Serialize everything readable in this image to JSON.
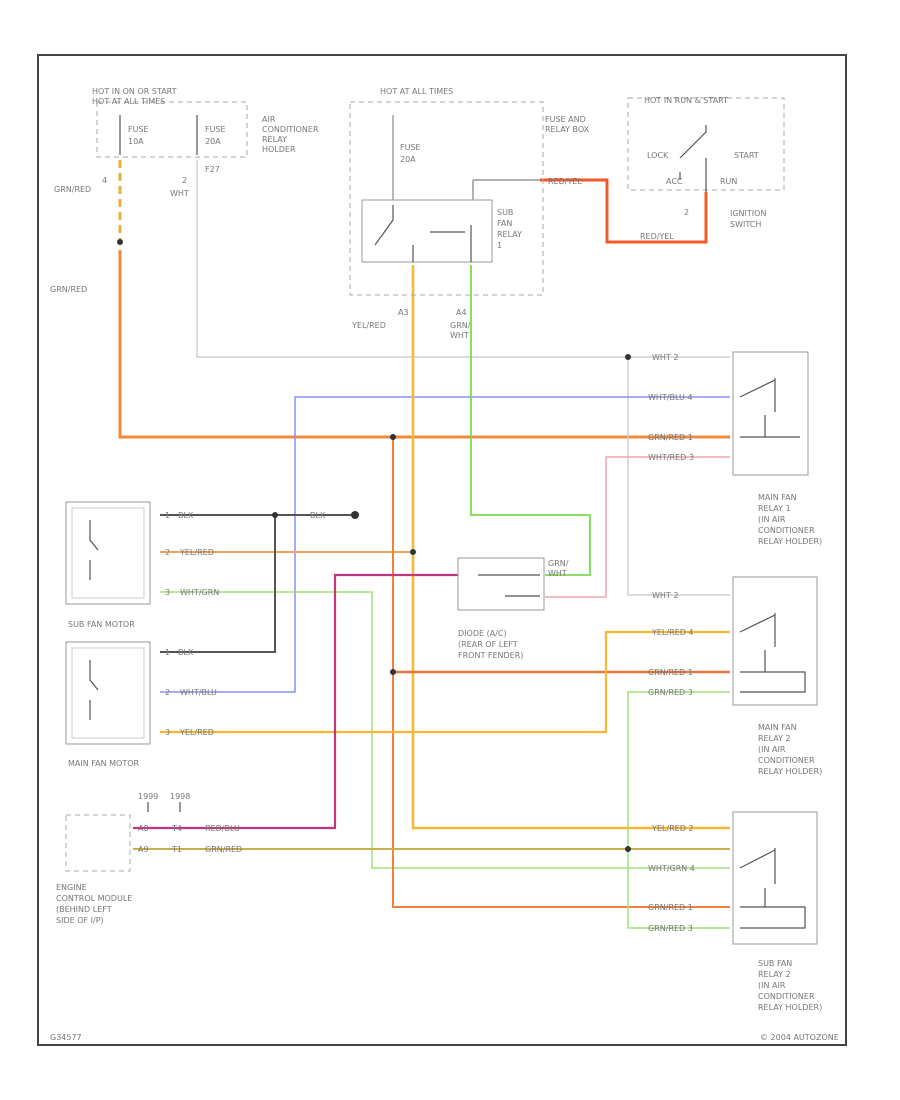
{
  "labels": {
    "hot_in_on": "HOT IN ON OR START",
    "hot_at_all_1": "HOT AT ALL TIMES",
    "hot_at_all_2": "HOT AT ALL TIMES",
    "fuse1_name": "FUSE",
    "fuse1_val": "10A",
    "fuse2_name": "FUSE",
    "fuse2_val": "20A",
    "fuse3_name": "FUSE",
    "fuse3_val": "20A",
    "ac_relay_holder_1": "AIR",
    "ac_relay_holder_2": "CONDITIONER",
    "ac_relay_holder_3": "RELAY",
    "ac_relay_holder_4": "HOLDER",
    "f27": "F27",
    "fuse_relay_box_1": "FUSE AND",
    "fuse_relay_box_2": "RELAY BOX",
    "hot_run_start": "HOT IN RUN & START",
    "lock": "LOCK",
    "start": "START",
    "acc": "ACC",
    "run": "RUN",
    "ign_1": "IGNITION",
    "ign_2": "SWITCH",
    "sub_fan_relay_1": "SUB",
    "sub_fan_relay_2": "FAN",
    "sub_fan_relay_3": "RELAY",
    "sub_fan_relay_4": "1",
    "a3": "A3",
    "a4": "A4",
    "yel_red_a3": "YEL/RED",
    "grn_wht_a4_1": "GRN/",
    "grn_wht_a4_2": "WHT",
    "grn_red_1": "GRN/RED",
    "grn_red_2": "GRN/RED",
    "wht_left": "WHT",
    "pin_4": "4",
    "pin_2": "2",
    "red_yel_top": "RED/YEL",
    "red_yel_vert": "RED/YEL",
    "pin_2_ign": "2",
    "mr1_wht": "WHT 2",
    "mr1_wht_blu": "WHT/BLU 4",
    "mr1_grn_red": "GRN/RED 1",
    "mr1_wht_red": "WHT/RED 3",
    "mr1_t1": "MAIN FAN",
    "mr1_t2": "RELAY 1",
    "mr1_t3": "(IN AIR",
    "mr1_t4": "CONDITIONER",
    "mr1_t5": "RELAY HOLDER)",
    "sfm_blk": "BLK",
    "sfm_blk2": "BLK",
    "sfm_yel_red": "YEL/RED",
    "sfm_wht_grn": "WHT/GRN",
    "sfm_p1": "1",
    "sfm_p2": "2",
    "sfm_p3": "3",
    "sfm_title": "SUB FAN MOTOR",
    "diode_grn_1": "GRN/",
    "diode_grn_2": "WHT",
    "diode_t1": "DIODE (A/C)",
    "diode_t2": "(REAR OF LEFT",
    "diode_t3": "FRONT FENDER)",
    "mr2_wht": "WHT 2",
    "mr2_yel_red": "YEL/RED 4",
    "mr2_grn_red1": "GRN/RED 1",
    "mr2_grn_red3": "GRN/RED 3",
    "mr2_t1": "MAIN FAN",
    "mr2_t2": "RELAY 2",
    "mr2_t3": "(IN AIR",
    "mr2_t4": "CONDITIONER",
    "mr2_t5": "RELAY HOLDER)",
    "mfm_blk": "BLK",
    "mfm_wht_blu": "WHT/BLU",
    "mfm_yel_red": "YEL/RED",
    "mfm_p1": "1",
    "mfm_p2": "2",
    "mfm_p3": "3",
    "mfm_title": "MAIN FAN MOTOR",
    "ecm_hdr1": "1999",
    "ecm_hdr2": "1998",
    "ecm_a": "A8",
    "ecm_b": "A9",
    "ecm_c": "T4",
    "ecm_d": "T1",
    "ecm_red_blu": "RED/BLU",
    "ecm_grn_red": "GRN/RED",
    "ecm_t1": "ENGINE",
    "ecm_t2": "CONTROL MODULE",
    "ecm_t3": "(BEHIND LEFT",
    "ecm_t4": "SIDE OF I/P)",
    "sr2_yel_red": "YEL/RED 2",
    "sr2_wht_grn": "WHT/GRN 4",
    "sr2_grn_red1": "GRN/RED 1",
    "sr2_grn_red3": "GRN/RED 3",
    "sr2_t1": "SUB FAN",
    "sr2_t2": "RELAY 2",
    "sr2_t3": "(IN AIR",
    "sr2_t4": "CONDITIONER",
    "sr2_t5": "RELAY HOLDER)",
    "page_id": "G34577",
    "credits": "© 2004 AUTOZONE"
  },
  "colors": {
    "orange": "#f08a3c",
    "yellow": "#f5b830",
    "green": "#7cdc4c",
    "light_green": "#9ee27a",
    "blue": "#7f86f2",
    "pink": "#f2a3ae",
    "magenta": "#c0367f",
    "red_orange": "#f05a28",
    "black": "#444444",
    "gray": "#c8c8c8",
    "olive": "#c9b04a"
  }
}
